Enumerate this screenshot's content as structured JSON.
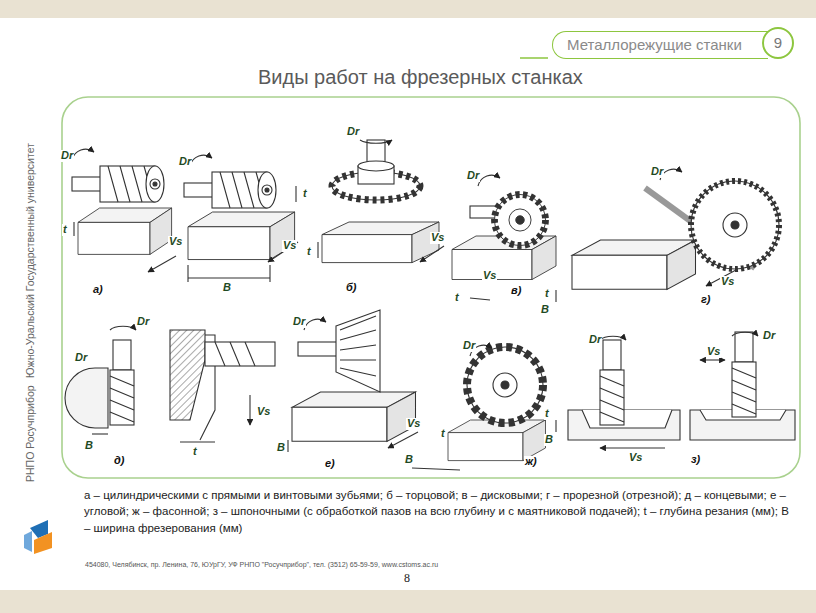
{
  "diagram": {
    "title": "Виды работ на фрезерных станках",
    "caption": "а – цилиндрическими с прямыми и винтовыми зубьями; б – торцовой; в – дисковыми; г – прорезной (отрезной); д – концевыми; е – угловой; ж – фасонной; з – шпоночными (с обработкой пазов на всю глубину и с маятниковой подачей); t – глубина резания (мм); B – ширина фрезерования (мм)",
    "nodes": [
      {
        "text": [
          "Металлорежущие станки"
        ]
      },
      {
        "text": [
          "9"
        ]
      }
    ],
    "labels": [
      "Dr",
      "t",
      "Vs",
      "а)",
      "Dr",
      "t",
      "Vs",
      "B",
      "Dr",
      "t",
      "Vs",
      "б)",
      "Dr",
      "t",
      "Vs",
      "в)",
      "Dr",
      "t",
      "B",
      "Vs",
      "г)",
      "Dr",
      "Dr",
      "B",
      "д)",
      "Vs",
      "t",
      "Dr",
      "B",
      "Vs",
      "е)",
      "Dr",
      "t",
      "B",
      "ж)",
      "Dr",
      "t",
      "B",
      "Vs",
      "Vs",
      "Dr",
      "з)",
      "Южно-Уральский Государственный университет",
      "РНПО Росучприбор",
      "454080, Челябинск, пр. Ленина, 76, ЮУрГУ, УФ РНПО \"Росучприбор\", тел. (3512) 65-59-59, www.cstoms.ac.ru",
      "8"
    ]
  }
}
